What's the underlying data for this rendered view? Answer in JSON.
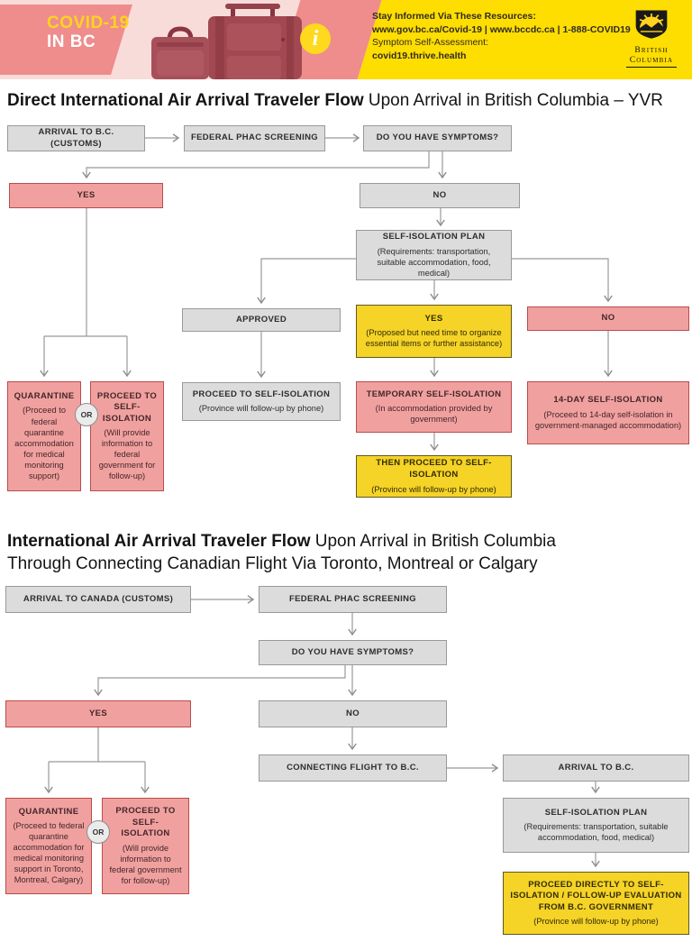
{
  "header": {
    "badge": {
      "line1": "COVID-19",
      "line2": "IN BC"
    },
    "info_icon": "i",
    "resources": {
      "stay_informed": "Stay Informed Via These Resources:",
      "links": "www.gov.bc.ca/Covid-19 | www.bccdc.ca | 1-888-COVID19",
      "self_assessment_label": "Symptom Self-Assessment:",
      "self_assessment_url": "covid19.thrive.health"
    },
    "logo": {
      "line1": "British",
      "line2": "Columbia"
    }
  },
  "colors": {
    "banner_pink": "#ee8d8c",
    "banner_light_pink": "#f8dcda",
    "banner_yellow": "#fedd00",
    "box_gray": "#dcdcdc",
    "box_pink": "#f0a19f",
    "box_pink_border": "#b94c4b",
    "box_yellow": "#f5d327",
    "luggage_red": "#a24851"
  },
  "chart1": {
    "title_bold": "Direct International Air Arrival Traveler Flow",
    "title_rest": " Upon Arrival in British Columbia – YVR",
    "or_label": "OR",
    "nodes": {
      "arrival": {
        "title": "ARRIVAL TO B.C. (CUSTOMS)"
      },
      "phac": {
        "title": "FEDERAL PHAC SCREENING"
      },
      "symptoms": {
        "title": "DO YOU HAVE SYMPTOMS?"
      },
      "yes": {
        "title": "YES"
      },
      "no": {
        "title": "NO"
      },
      "plan": {
        "title": "SELF-ISOLATION PLAN",
        "sub": "(Requirements: transportation, suitable accommodation, food, medical)"
      },
      "approved": {
        "title": "APPROVED"
      },
      "plan_yes": {
        "title": "YES",
        "sub": "(Proposed but need time to organize essential items or further assistance)"
      },
      "plan_no": {
        "title": "NO"
      },
      "quarantine": {
        "title": "QUARANTINE",
        "sub": "(Proceed to federal quarantine accommodation for medical monitoring support)"
      },
      "proceed_self": {
        "title": "PROCEED TO SELF-ISOLATION",
        "sub": "(Will provide information to federal government for follow-up)"
      },
      "proceed_iso": {
        "title": "PROCEED TO SELF-ISOLATION",
        "sub": "(Province will follow-up by phone)"
      },
      "temp": {
        "title": "TEMPORARY SELF-ISOLATION",
        "sub": "(In accommodation provided by government)"
      },
      "day14": {
        "title": "14-DAY SELF-ISOLATION",
        "sub": "(Proceed to 14-day self-isolation in government-managed accommodation)"
      },
      "then": {
        "title": "THEN PROCEED TO SELF-ISOLATION",
        "sub": "(Province will follow-up by phone)"
      }
    }
  },
  "chart2": {
    "title_bold": "International Air Arrival Traveler Flow",
    "title_rest": " Upon Arrival in British Columbia",
    "title_line2": "Through Connecting Canadian Flight Via Toronto, Montreal or Calgary",
    "or_label": "OR",
    "nodes": {
      "arrival_canada": {
        "title": "ARRIVAL TO CANADA (CUSTOMS)"
      },
      "phac": {
        "title": "FEDERAL PHAC SCREENING"
      },
      "symptoms": {
        "title": "DO YOU HAVE SYMPTOMS?"
      },
      "yes": {
        "title": "YES"
      },
      "no": {
        "title": "NO"
      },
      "connecting": {
        "title": "CONNECTING FLIGHT TO B.C."
      },
      "arrival_bc": {
        "title": "ARRIVAL TO B.C."
      },
      "quarantine": {
        "title": "QUARANTINE",
        "sub": "(Proceed to federal quarantine accommodation for medical monitoring support in Toronto, Montreal, Calgary)"
      },
      "proceed_self": {
        "title": "PROCEED TO SELF-ISOLATION",
        "sub": "(Will provide information to federal government for follow-up)"
      },
      "plan": {
        "title": "SELF-ISOLATION PLAN",
        "sub": "(Requirements: transportation, suitable accommodation, food, medical)"
      },
      "final": {
        "title": "PROCEED DIRECTLY TO SELF-ISOLATION / FOLLOW-UP EVALUATION FROM B.C. GOVERNMENT",
        "sub": "(Province will follow-up by phone)"
      }
    }
  }
}
